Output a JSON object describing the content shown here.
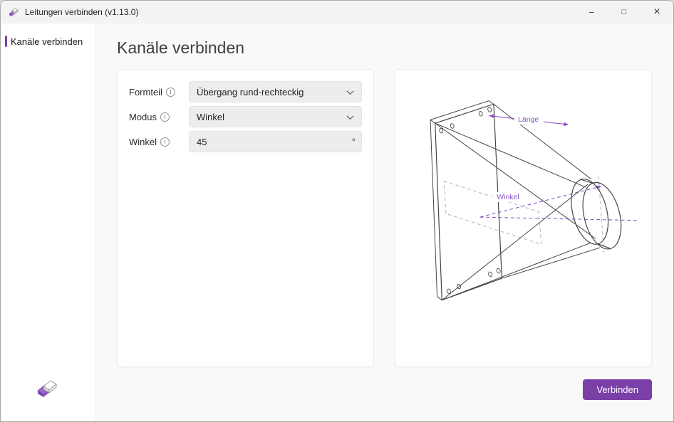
{
  "window": {
    "title": "Leitungen verbinden (v1.13.0)",
    "controls": {
      "minimize": "−",
      "maximize": "□",
      "close": "×"
    }
  },
  "sidebar": {
    "items": [
      {
        "label": "Kanäle verbinden",
        "active": true
      }
    ]
  },
  "main": {
    "title": "Kanäle verbinden",
    "form": {
      "fields": [
        {
          "label": "Formteil",
          "type": "select",
          "value": "Übergang rund-rechteckig"
        },
        {
          "label": "Modus",
          "type": "select",
          "value": "Winkel"
        },
        {
          "label": "Winkel",
          "type": "input",
          "value": "45",
          "suffix": "°"
        }
      ]
    },
    "diagram": {
      "labels": {
        "laenge": "Länge",
        "winkel": "Winkel"
      }
    },
    "actions": {
      "connect_label": "Verbinden"
    }
  },
  "colors": {
    "accent": "#7b3fa8",
    "diagram_annotation": "#8a52c7",
    "titlebar_bg": "#f3f3f3",
    "content_bg": "#f9f9f9",
    "control_bg": "#ededed"
  }
}
